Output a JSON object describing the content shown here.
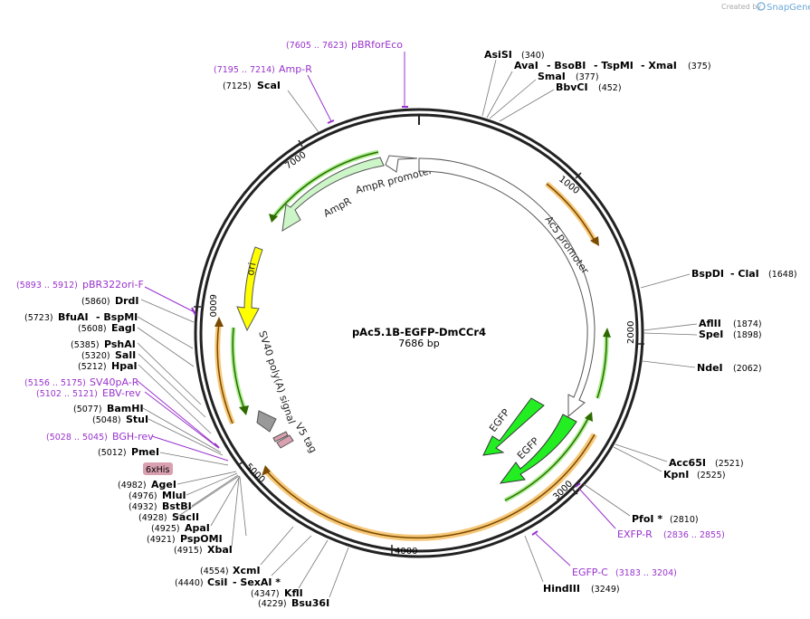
{
  "watermark": {
    "text": "Created by",
    "brand": "SnapGene"
  },
  "plasmid": {
    "name": "pAc5.1B-EGFP-DmCCr4",
    "length_label": "7686 bp",
    "length": 7686
  },
  "ticks": [
    "1000",
    "2000",
    "3000",
    "4000",
    "5000",
    "6000",
    "7000"
  ],
  "features": [
    {
      "id": "ampr-promoter",
      "label": "AmpR promoter",
      "color": "#ffffff"
    },
    {
      "id": "ampr",
      "label": "AmpR",
      "color": "#ccf5c8"
    },
    {
      "id": "ac5-promoter",
      "label": "Ac5 promoter",
      "color": "#ffffff"
    },
    {
      "id": "ori",
      "label": "ori",
      "color": "#ffff00"
    },
    {
      "id": "sv40",
      "label": "SV40 poly(A) signal",
      "color": "#999999"
    },
    {
      "id": "v5",
      "label": "V5 tag",
      "color": "#d9a0b0"
    },
    {
      "id": "egfp1",
      "label": "EGFP",
      "color": "#22ee22"
    },
    {
      "id": "egfp2",
      "label": "EGFP",
      "color": "#22ee22"
    },
    {
      "id": "his",
      "label": "6xHis",
      "color": "#d9a0b0"
    }
  ],
  "sites": [
    {
      "name": "AsiSI",
      "pos": "(340)"
    },
    {
      "name": "AvaI",
      "pos": ""
    },
    {
      "name": "- BsoBI",
      "pos": ""
    },
    {
      "name": "- TspMI",
      "pos": ""
    },
    {
      "name": "- XmaI",
      "pos": "(375)"
    },
    {
      "name": "SmaI",
      "pos": "(377)"
    },
    {
      "name": "BbvCI",
      "pos": "(452)"
    },
    {
      "name": "BspDI",
      "pos": ""
    },
    {
      "name": "- ClaI",
      "pos": "(1648)"
    },
    {
      "name": "AflII",
      "pos": "(1874)"
    },
    {
      "name": "SpeI",
      "pos": "(1898)"
    },
    {
      "name": "NdeI",
      "pos": "(2062)"
    },
    {
      "name": "Acc65I",
      "pos": "(2521)"
    },
    {
      "name": "KpnI",
      "pos": "(2525)"
    },
    {
      "name": "PfoI *",
      "pos": "(2810)"
    },
    {
      "name": "HindIII",
      "pos": "(3249)"
    },
    {
      "name": "XcmI",
      "pos": "(4554)"
    },
    {
      "name": "CsiI",
      "pos": "(4440)"
    },
    {
      "name": "- SexAI *",
      "pos": ""
    },
    {
      "name": "KflI",
      "pos": "(4347)"
    },
    {
      "name": "Bsu36I",
      "pos": "(4229)"
    },
    {
      "name": "XbaI",
      "pos": "(4915)"
    },
    {
      "name": "PspOMI",
      "pos": "(4921)"
    },
    {
      "name": "ApaI",
      "pos": "(4925)"
    },
    {
      "name": "SacII",
      "pos": "(4928)"
    },
    {
      "name": "BstBI",
      "pos": "(4932)"
    },
    {
      "name": "MluI",
      "pos": "(4976)"
    },
    {
      "name": "AgeI",
      "pos": "(4982)"
    },
    {
      "name": "PmeI",
      "pos": "(5012)"
    },
    {
      "name": "StuI",
      "pos": "(5048)"
    },
    {
      "name": "BamHI",
      "pos": "(5077)"
    },
    {
      "name": "HpaI",
      "pos": "(5212)"
    },
    {
      "name": "SalI",
      "pos": "(5320)"
    },
    {
      "name": "PshAI",
      "pos": "(5385)"
    },
    {
      "name": "EagI",
      "pos": "(5608)"
    },
    {
      "name": "BfuAI",
      "pos": "(5723)"
    },
    {
      "name": "- BspMI",
      "pos": ""
    },
    {
      "name": "DrdI",
      "pos": "(5860)"
    },
    {
      "name": "ScaI",
      "pos": "(7125)"
    }
  ],
  "primers": [
    {
      "name": "pBRforEco",
      "range": "(7605 .. 7623)"
    },
    {
      "name": "Amp-R",
      "range": "(7195 .. 7214)"
    },
    {
      "name": "pBR322ori-F",
      "range": "(5893 .. 5912)"
    },
    {
      "name": "SV40pA-R",
      "range": "(5156 .. 5175)"
    },
    {
      "name": "EBV-rev",
      "range": "(5102 .. 5121)"
    },
    {
      "name": "BGH-rev",
      "range": "(5028 .. 5045)"
    },
    {
      "name": "EXFP-R",
      "range": "(2836 .. 2855)"
    },
    {
      "name": "EGFP-C",
      "range": "(3183 .. 3204)"
    }
  ],
  "colors": {
    "backbone": "#222222",
    "primer": "#9933cc",
    "orf": "#f0a030",
    "orf_line": "#7a4a00",
    "green_line": "#2d6b00"
  }
}
